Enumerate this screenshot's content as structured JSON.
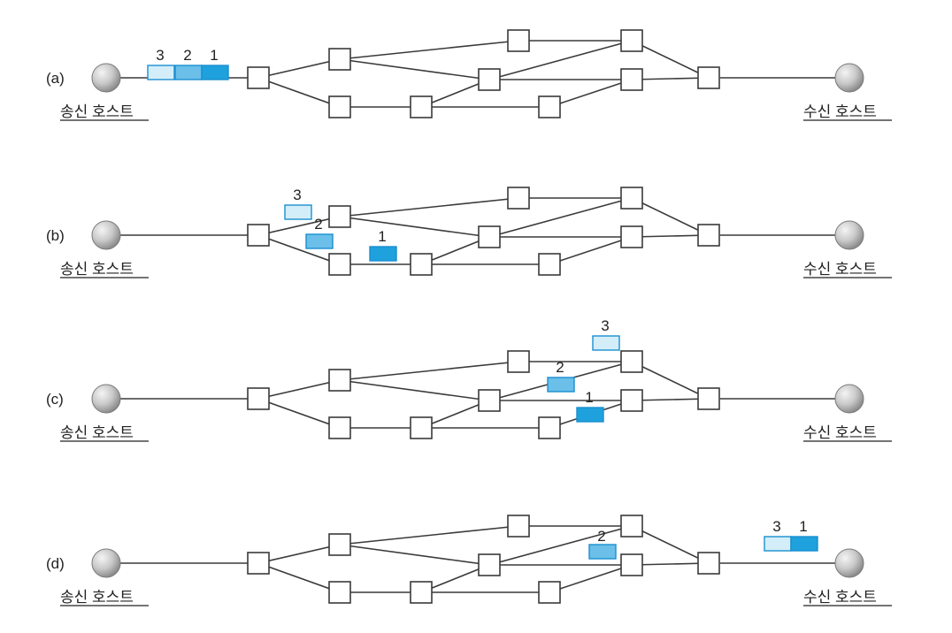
{
  "colors": {
    "packet_1": "#1ea1dc",
    "packet_2": "#6bbfe9",
    "packet_3": "#d4eef9",
    "packet_border": "#1a8fd0",
    "line": "#3a3a3a",
    "router_fill": "#ffffff",
    "host_fill_light": "#f4f4f4",
    "host_fill_dark": "#9a9a9a"
  },
  "icons": {
    "host": "sphere",
    "router": "square"
  },
  "panels": [
    {
      "label": "(a)",
      "sender_label": "송신 호스트",
      "receiver_label": "수신 호스트",
      "packets": [
        {
          "label": "3",
          "type": "3"
        },
        {
          "label": "2",
          "type": "2"
        },
        {
          "label": "1",
          "type": "1"
        }
      ]
    },
    {
      "label": "(b)",
      "sender_label": "송신 호스트",
      "receiver_label": "수신 호스트",
      "packets": [
        {
          "label": "3",
          "type": "3"
        },
        {
          "label": "2",
          "type": "2"
        },
        {
          "label": "1",
          "type": "1"
        }
      ]
    },
    {
      "label": "(c)",
      "sender_label": "송신 호스트",
      "receiver_label": "수신 호스트",
      "packets": [
        {
          "label": "3",
          "type": "3"
        },
        {
          "label": "2",
          "type": "2"
        },
        {
          "label": "1",
          "type": "1"
        }
      ]
    },
    {
      "label": "(d)",
      "sender_label": "송신 호스트",
      "receiver_label": "수신 호스트",
      "packets": [
        {
          "label": "2",
          "type": "2"
        },
        {
          "label": "3",
          "type": "3"
        },
        {
          "label": "1",
          "type": "1"
        }
      ]
    }
  ]
}
